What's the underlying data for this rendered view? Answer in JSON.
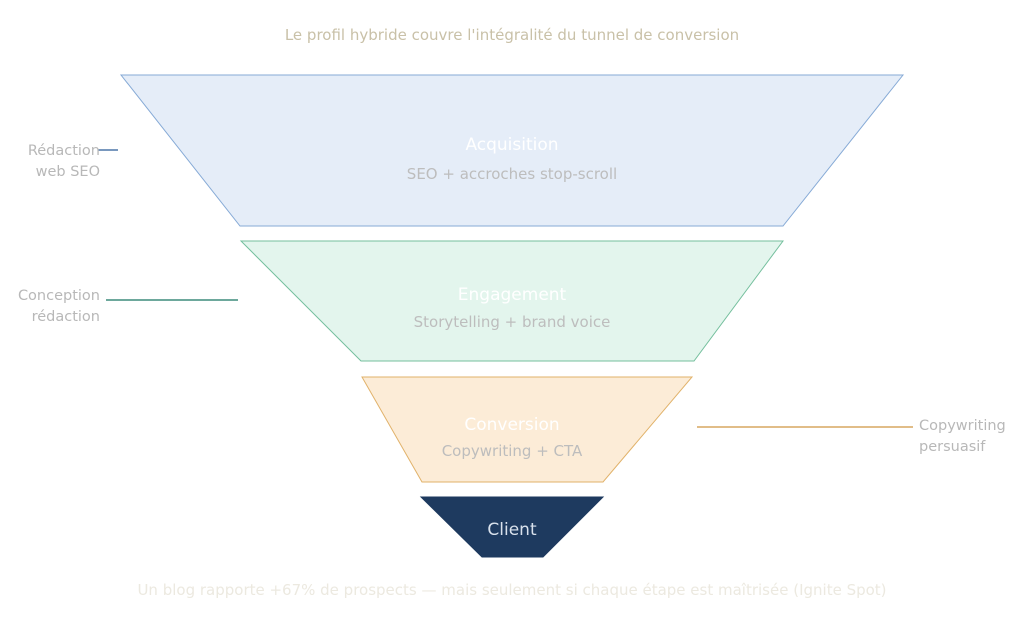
{
  "title": "Le profil hybride couvre l'intégralité du tunnel de conversion",
  "footnote": "Un blog rapporte +67% de prospects — mais seulement si chaque étape est maîtrisée (Ignite Spot)",
  "colors": {
    "title_text": "#c9c1a8",
    "footnote_text": "#ece9e0",
    "side_text": "#b8b8b8",
    "stage_title_text": "#ffffff",
    "stage_sub_text": "#bdbdbd",
    "client_text": "#d9e1ec"
  },
  "stages": [
    {
      "title": "Acquisition",
      "subtitle": "SEO + accroches stop-scroll",
      "fill": "#e5edf8",
      "stroke": "#86aad6",
      "line": "#4d77a8"
    },
    {
      "title": "Engagement",
      "subtitle": "Storytelling + brand voice",
      "fill": "#e3f5ed",
      "stroke": "#74bf9d",
      "line": "#3d8c7c"
    },
    {
      "title": "Conversion",
      "subtitle": "Copywriting + CTA",
      "fill": "#fcecd7",
      "stroke": "#e1b26a",
      "line": "#d7a760"
    },
    {
      "title": "Client",
      "subtitle": "",
      "fill": "#1e3a5f",
      "stroke": "#1e3a5f",
      "line": ""
    }
  ],
  "side_labels": {
    "left_1": [
      "Rédaction",
      "web SEO"
    ],
    "left_2": [
      "Conception",
      "rédaction"
    ],
    "right_1": [
      "Copywriting",
      "persuasif"
    ]
  }
}
